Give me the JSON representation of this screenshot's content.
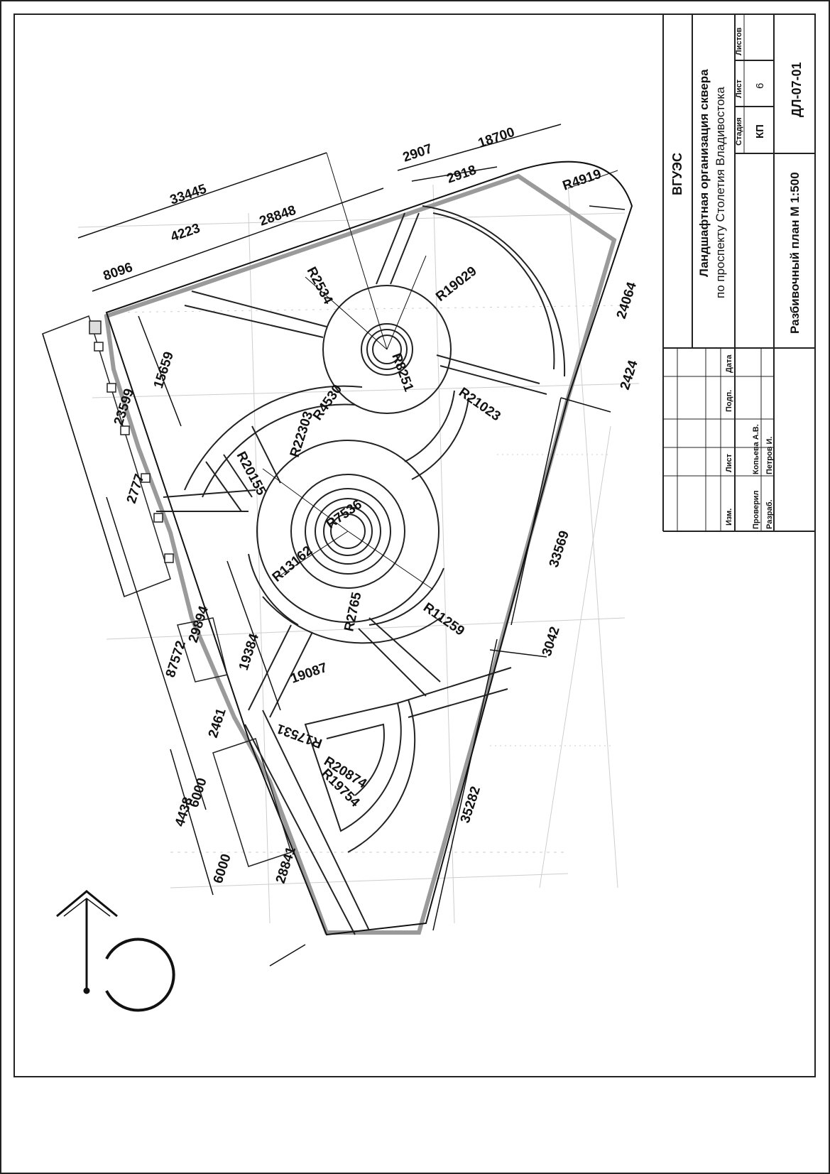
{
  "title_block": {
    "org": "ВГУЭС",
    "project_line1": "Ландшафтная организация сквера",
    "project_line2": "по проспекту Столетия Владивостока",
    "sheet_title": "Разбивочный план М 1:500",
    "doc_code": "ДЛ-07-01",
    "stage_header": "Стадия",
    "sheet_header": "Лист",
    "sheets_header": "Листов",
    "stage_value": "КП",
    "sheet_value": "6",
    "col_izm": "Изм.",
    "col_list": "Лист",
    "col_podp": "Подп.",
    "col_data": "Дата",
    "role_checked": "Проверил",
    "name_checked": "Копьева А.В.",
    "role_dev": "Разраб.",
    "name_dev": "Петров И."
  },
  "dimensions": {
    "d33445": "33445",
    "d2907": "2907",
    "d18700": "18700",
    "d8096": "8096",
    "d4223": "4223",
    "d28848": "28848",
    "d2918": "2918",
    "d15659": "15659",
    "d23599": "23599",
    "d2777": "2777",
    "d87572": "87572",
    "d29894": "29894",
    "d19384": "19384",
    "d19087": "19087",
    "d2461": "2461",
    "d4438": "4438",
    "d6000a": "6000",
    "d6000b": "6000",
    "d28841": "28841",
    "d24064": "24064",
    "d2424": "2424",
    "d33569": "33569",
    "d3042": "3042",
    "d35282": "35282"
  },
  "radii": {
    "r4919": "R4919",
    "r2534": "R2534",
    "r19029": "R19029",
    "r8251": "R8251",
    "r4530": "R4530",
    "r21023": "R21023",
    "r22303": "R22303",
    "r20155": "R20155",
    "r7536": "R7536",
    "r13162": "R13162",
    "r2765": "R2765",
    "r11259": "R11259",
    "r17531": "R17531",
    "r20874": "R20874",
    "r19754": "R19754"
  }
}
